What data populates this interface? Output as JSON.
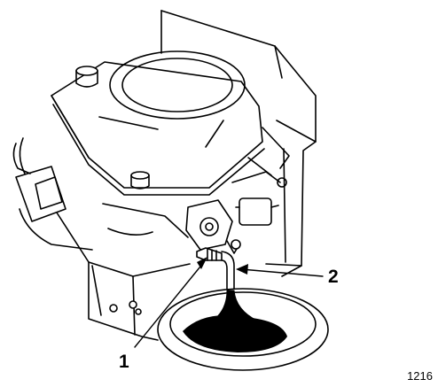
{
  "callouts": {
    "drain_valve_label": "1",
    "drain_tube_label": "2"
  },
  "figure_number": "1216",
  "colors": {
    "ink": "#000000",
    "paper": "#ffffff",
    "oil": "#000000"
  }
}
